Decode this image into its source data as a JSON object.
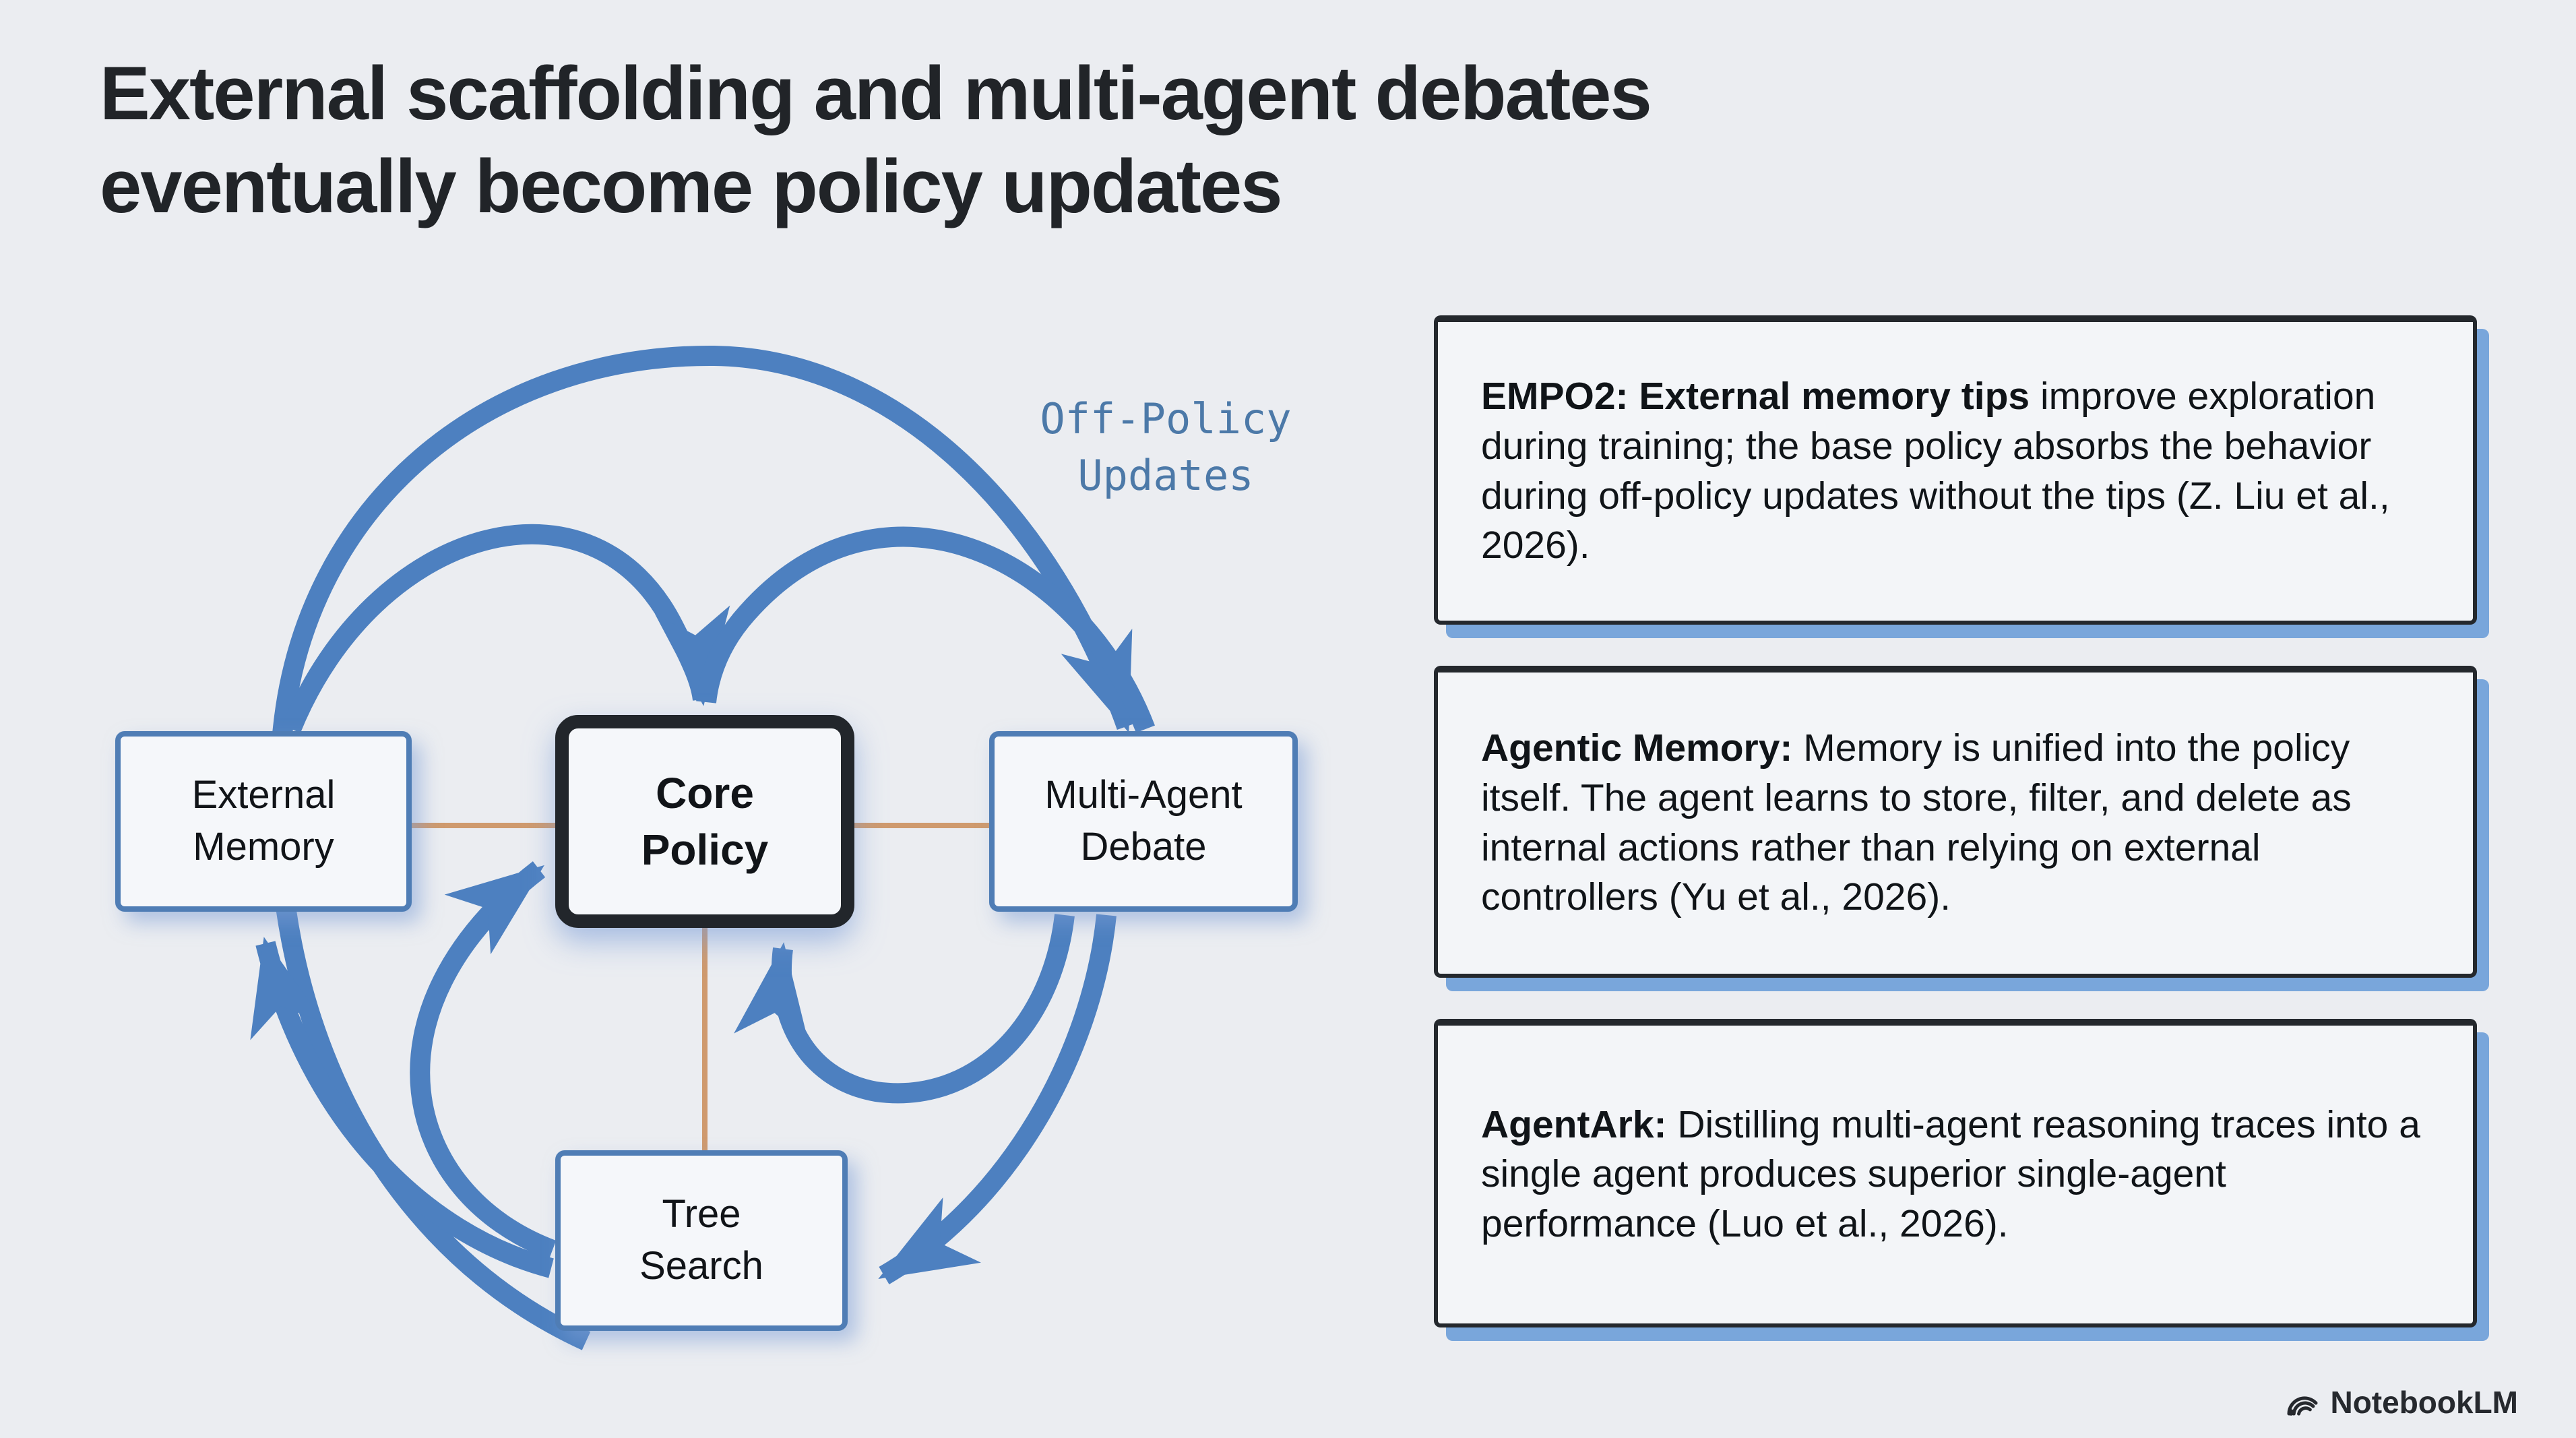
{
  "slide": {
    "title_line1": "External scaffolding and multi-agent debates",
    "title_line2": "eventually become policy updates",
    "background": "#ebedf1"
  },
  "diagram": {
    "off_policy_label_line1": "Off-Policy",
    "off_policy_label_line2": "Updates",
    "nodes": {
      "external_memory": {
        "line1": "External",
        "line2": "Memory"
      },
      "core_policy": {
        "line1": "Core",
        "line2": "Policy"
      },
      "multi_agent_debate": {
        "line1": "Multi-Agent",
        "line2": "Debate"
      },
      "tree_search": {
        "line1": "Tree",
        "line2": "Search"
      }
    },
    "colors": {
      "arrow_blue": "#4d80c0",
      "node_border_blue": "#4f7db5",
      "core_policy_border": "#22262b",
      "connector_orange": "#cf9a6e",
      "off_policy_label_blue": "#4c79a8",
      "callout_shadow_blue": "#79a6db"
    }
  },
  "callouts": [
    {
      "lead": "EMPO2: External memory tips",
      "body": "improve exploration during training; the base policy absorbs the behavior during off-policy updates without the tips (Z. Liu et al., 2026)."
    },
    {
      "lead": "Agentic Memory:",
      "body": "Memory is unified into the policy itself. The agent learns to store, filter, and delete as internal actions rather than relying on external controllers (Yu et al., 2026)."
    },
    {
      "lead": "AgentArk:",
      "body": "Distilling multi-agent reasoning traces into a single agent produces superior single-agent performance (Luo et al., 2026)."
    }
  ],
  "footer": {
    "brand": "NotebookLM"
  }
}
